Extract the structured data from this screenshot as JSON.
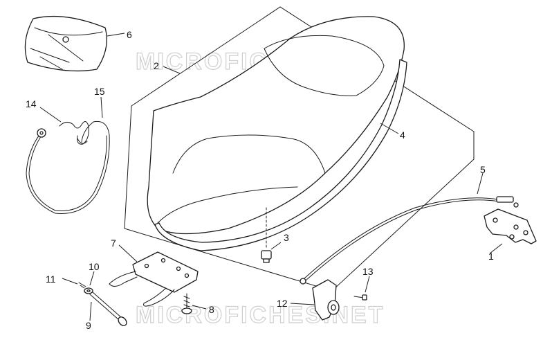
{
  "watermark": "MICROFICHES.NET",
  "callouts": [
    {
      "id": "1",
      "label": "1"
    },
    {
      "id": "2",
      "label": "2"
    },
    {
      "id": "3",
      "label": "3"
    },
    {
      "id": "4",
      "label": "4"
    },
    {
      "id": "5",
      "label": "5"
    },
    {
      "id": "6",
      "label": "6"
    },
    {
      "id": "7",
      "label": "7"
    },
    {
      "id": "8",
      "label": "8"
    },
    {
      "id": "9",
      "label": "9"
    },
    {
      "id": "10",
      "label": "10"
    },
    {
      "id": "11",
      "label": "11"
    },
    {
      "id": "12",
      "label": "12"
    },
    {
      "id": "13",
      "label": "13"
    },
    {
      "id": "14",
      "label": "14"
    },
    {
      "id": "15",
      "label": "15"
    }
  ]
}
